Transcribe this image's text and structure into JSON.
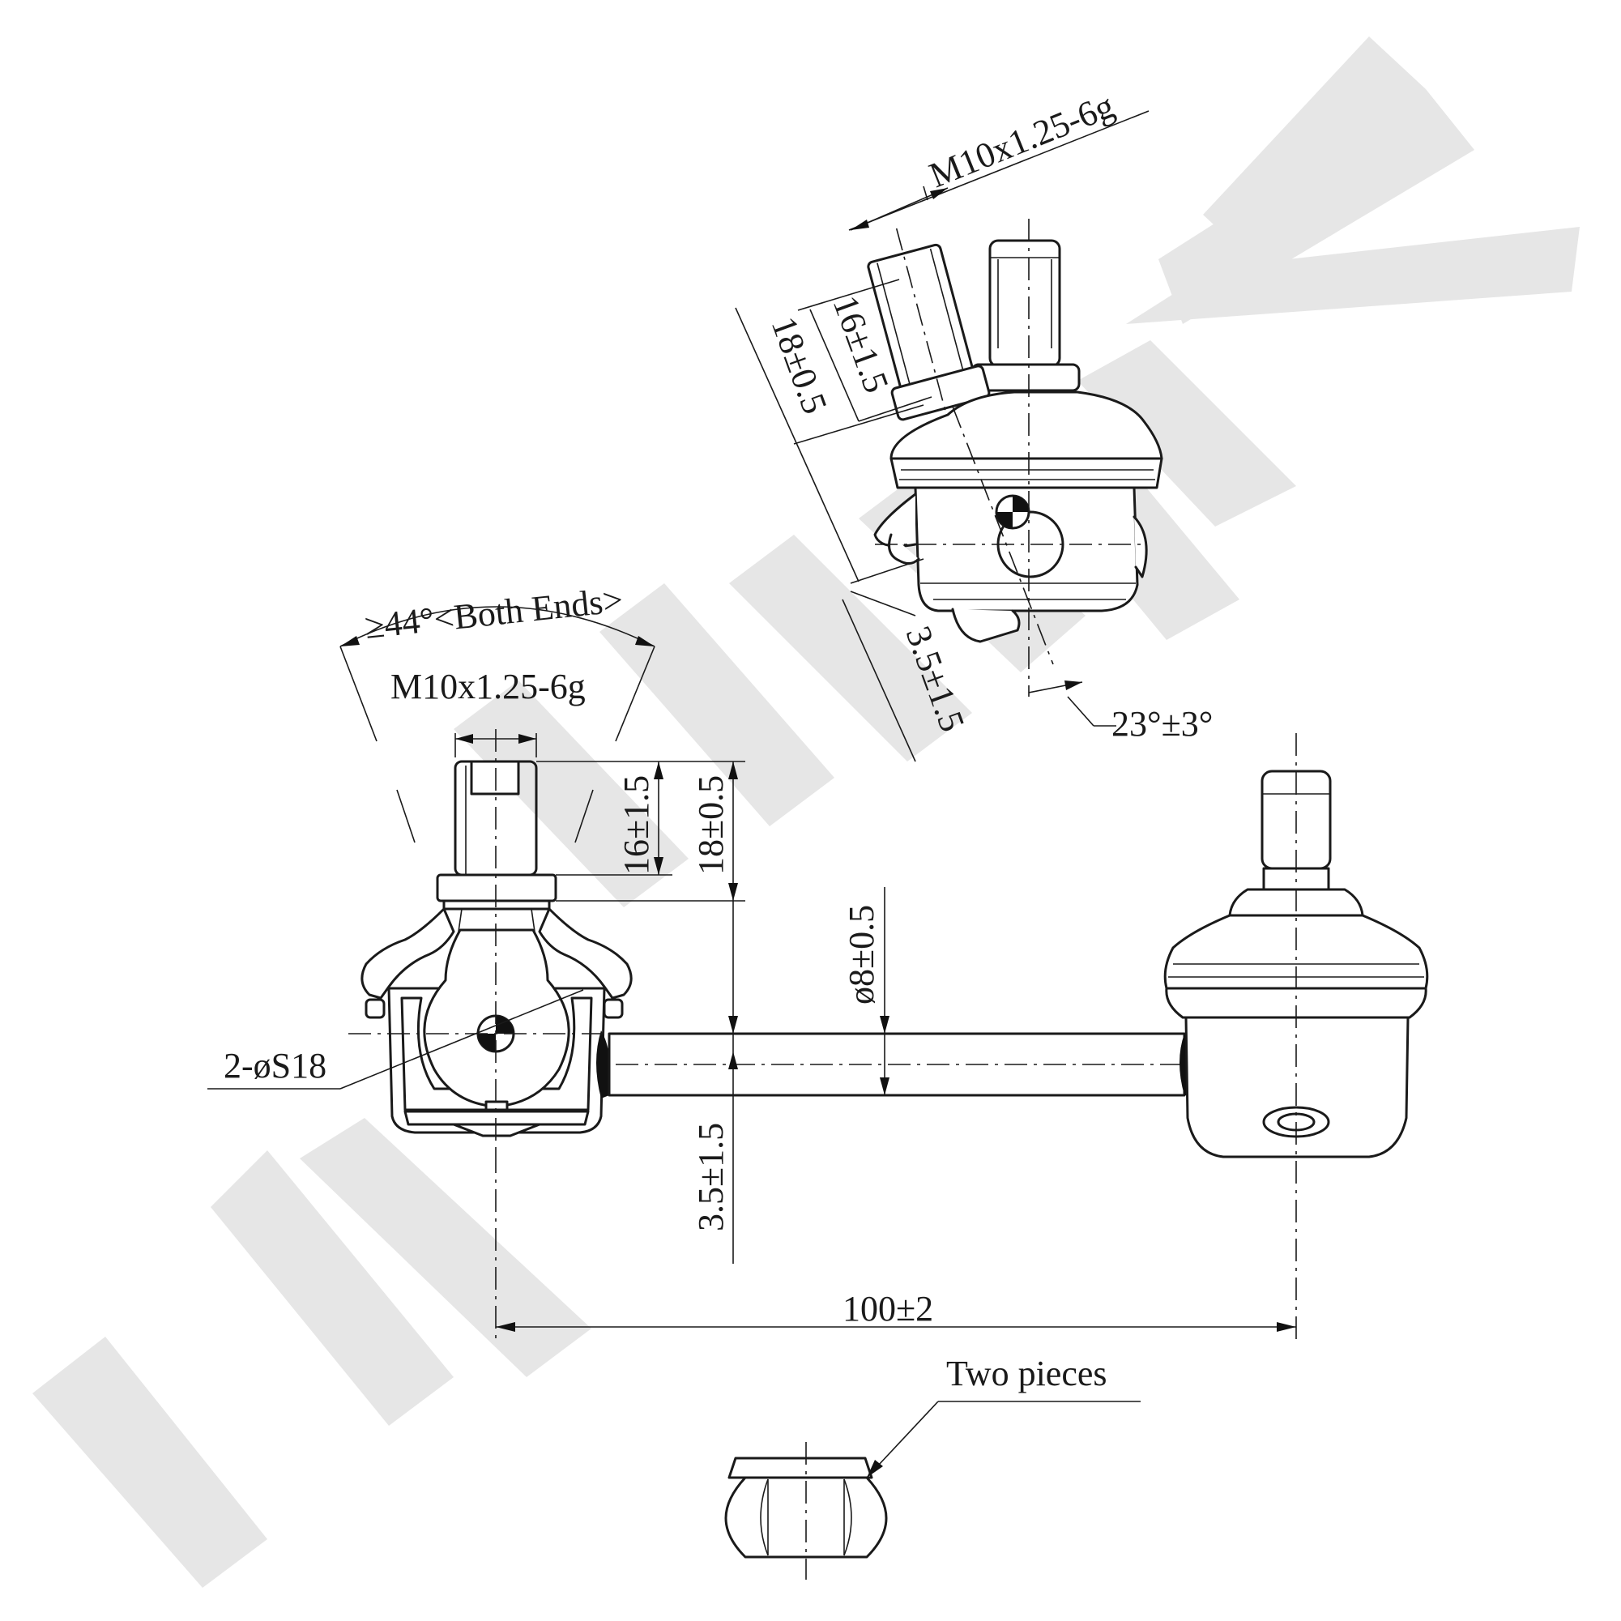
{
  "watermark": {
    "text": "ZENITEK",
    "color": "#e6e6e6"
  },
  "annotations": {
    "thread_spec_top": "M10x1.25-6g",
    "thread_spec_left": "M10x1.25-6g",
    "stud_length_top": "16±1.5",
    "stud_height_top": "18±0.5",
    "stud_length_left": "16±1.5",
    "stud_height_left": "18±0.5",
    "offset_top": "3.5±1.5",
    "offset_left": "3.5±1.5",
    "swing_angle": "≥44°<Both Ends>",
    "tilt_angle": "23°±3°",
    "ball_diameter": "2-øS18",
    "rod_diameter": "ø8±0.5",
    "center_distance": "100±2",
    "nut_note": "Two pieces"
  },
  "icons": [
    "ball-joint-top-view",
    "ball-joint-section-left",
    "ball-joint-right",
    "hex-nut"
  ]
}
